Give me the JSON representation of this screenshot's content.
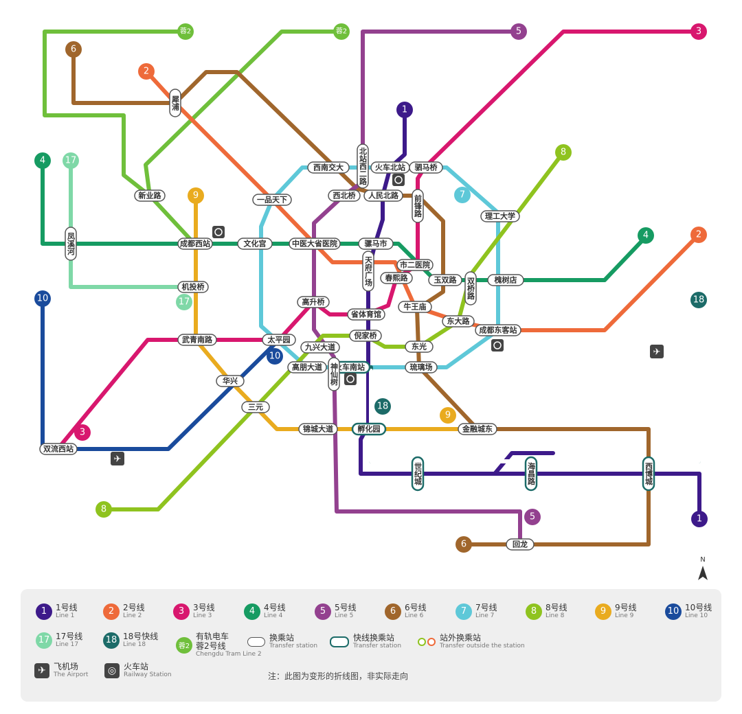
{
  "lines": {
    "l1": {
      "num": "1",
      "name": "1号线",
      "en": "Line 1",
      "color": "#3d1a8a"
    },
    "l2": {
      "num": "2",
      "name": "2号线",
      "en": "Line 2",
      "color": "#ee6a3a"
    },
    "l3": {
      "num": "3",
      "name": "3号线",
      "en": "Line 3",
      "color": "#d8176e"
    },
    "l4": {
      "num": "4",
      "name": "4号线",
      "en": "Line 4",
      "color": "#169b62"
    },
    "l5": {
      "num": "5",
      "name": "5号线",
      "en": "Line 5",
      "color": "#93418f"
    },
    "l6": {
      "num": "6",
      "name": "6号线",
      "en": "Line 6",
      "color": "#a0662c"
    },
    "l7": {
      "num": "7",
      "name": "7号线",
      "en": "Line 7",
      "color": "#5ec8d8"
    },
    "l8": {
      "num": "8",
      "name": "8号线",
      "en": "Line 8",
      "color": "#8fc31f"
    },
    "l9": {
      "num": "9",
      "name": "9号线",
      "en": "Line 9",
      "color": "#e9ab1f"
    },
    "l10": {
      "num": "10",
      "name": "10号线",
      "en": "Line 10",
      "color": "#1a4b9c"
    },
    "l17": {
      "num": "17",
      "name": "17号线",
      "en": "Line 17",
      "color": "#7fd8a7"
    },
    "l18": {
      "num": "18",
      "name": "18号快线",
      "en": "Line 18",
      "color": "#1c6b68"
    },
    "tram2": {
      "num": "蓉2",
      "name": "有轨电车蓉2号线",
      "name1": "有轨电车",
      "name2": "蓉2号线",
      "en": "Chengdu Tram Line 2",
      "color": "#6fbf3b"
    }
  },
  "stations": {
    "xinanjiaoda": "西南交大",
    "beizhanxierlu": "北站西二路",
    "huochebeizhan": "火车北站",
    "simaqiao": "驷马桥",
    "xibeiqiao": "西北桥",
    "renminbeilu": "人民北路",
    "qianfenglu": "前锋路",
    "yipintianxia": "一品天下",
    "wenhuagong": "文化宫",
    "zhongyida": "中医大省医院",
    "luomashi": "骡马市",
    "tianfuguangchang": "天府广场",
    "shieryiyuan": "市二医院",
    "chunxilu": "春熙路",
    "yushuanglu": "玉双路",
    "shuangqiaolu": "双桥路",
    "huaishudian": "槐树店",
    "ligongdaxue": "理工大学",
    "gaoshengqiao": "高升桥",
    "shengtiyuguan": "省体育馆",
    "niuwangmiao": "牛王庙",
    "dongdalu": "东大路",
    "chengdudongke": "成都东客站",
    "nijiaqiao": "倪家桥",
    "jiuxingdadao": "九兴大道",
    "dongguang": "东光",
    "taipingyuan": "太平园",
    "wuqingnanlu": "武青南路",
    "gaopengdadao": "高朋大道",
    "shenxianshu": "神仙树",
    "huochenanzhan": "火车南站",
    "liulichang": "琉璃场",
    "huaxing": "华兴",
    "sanyuan": "三元",
    "jinchengdadao": "锦城大道",
    "fuhuayuan": "孵化园",
    "jinrongchengdong": "金融城东",
    "shijicheng": "世纪城",
    "haichanglu": "海昌路",
    "xibocheng": "西博城",
    "huilong": "回龙",
    "shuangliuxizhan": "双流西站",
    "fengxihe": "凤溪河",
    "xinyelu": "新业路",
    "chengduxizhan": "成都西站",
    "xipu": "犀浦",
    "jitouqiao": "机投桥"
  },
  "legend": {
    "transfer": "换乘站",
    "transfer_en": "Transfer station",
    "fast_transfer": "快线换乘站",
    "fast_transfer_en": "Transfer station",
    "outside_transfer": "站外换乘站",
    "outside_transfer_en": "Transfer outside the station",
    "airport": "飞机场",
    "airport_en": "The Airport",
    "railway": "火车站",
    "railway_en": "Railway Station",
    "note": "注：此图为变形的折线图，非实际走向"
  },
  "compass": "N",
  "icons": {
    "airport": "airplane-icon",
    "railway": "railway-station-icon",
    "north": "north-arrow-icon"
  }
}
